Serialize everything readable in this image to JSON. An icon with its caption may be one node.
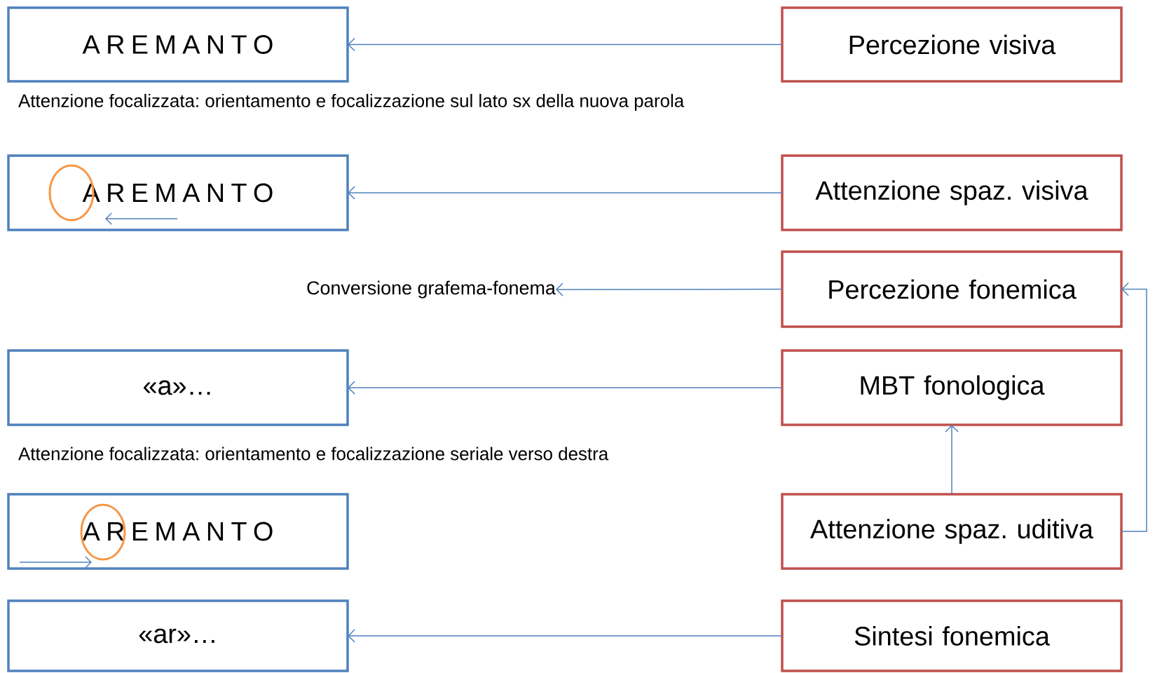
{
  "diagram": {
    "nodes": [
      {
        "text": [
          "A R E M A N T O"
        ]
      },
      {
        "text": [
          "Percezione visiva"
        ]
      },
      {
        "text": [
          "A R E M A N T O"
        ]
      },
      {
        "text": [
          "Attenzione spaz. visiva"
        ]
      },
      {
        "text": [
          "Conversione grafema-fonema"
        ]
      },
      {
        "text": [
          "Percezione fonemica"
        ]
      },
      {
        "text": [
          "«a»…"
        ]
      },
      {
        "text": [
          "MBT fonologica"
        ]
      },
      {
        "text": [
          "A R E M A N T O"
        ]
      },
      {
        "text": [
          "Attenzione spaz. uditiva"
        ]
      },
      {
        "text": [
          "«ar»…"
        ]
      },
      {
        "text": [
          "Sintesi fonemica"
        ]
      }
    ],
    "edges": [
      {
        "from": 1,
        "to": 0,
        "arrow": "to"
      },
      {
        "from": 3,
        "to": 2,
        "arrow": "to"
      },
      {
        "from": 5,
        "to": 4,
        "arrow": "to"
      },
      {
        "from": 7,
        "to": 6,
        "arrow": "to"
      },
      {
        "from": 9,
        "to": 7,
        "arrow": "to"
      },
      {
        "from": 9,
        "to": 5,
        "arrow": "to"
      },
      {
        "from": 11,
        "to": 10,
        "arrow": "to"
      }
    ],
    "labels": [
      "Attenzione focalizzata: orientamento e focalizzazione sul lato sx della nuova parola",
      "Attenzione focalizzata: orientamento e focalizzazione seriale verso destra"
    ]
  }
}
